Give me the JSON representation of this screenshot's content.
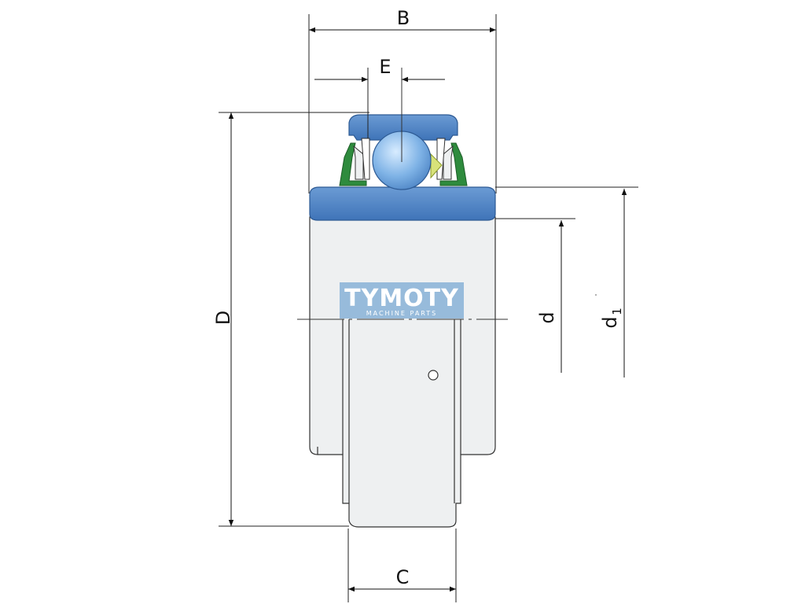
{
  "drawing": {
    "dimensions": {
      "B": "B",
      "E": "E",
      "D": "D",
      "d": "d",
      "d1_main": "d",
      "d1_sub": "1",
      "C": "C"
    },
    "watermark": {
      "brand": "TYMOTY",
      "tagline": "MACHINE PARTS"
    },
    "colors": {
      "ring_blue": "#4f86c6",
      "ball_blue": "#7fb3e6",
      "seal_green": "#2e8b3d",
      "seal_yellow": "#d8e27a",
      "body_fill": "#eef0f1",
      "watermark_bg": "#8fb6d9"
    }
  }
}
